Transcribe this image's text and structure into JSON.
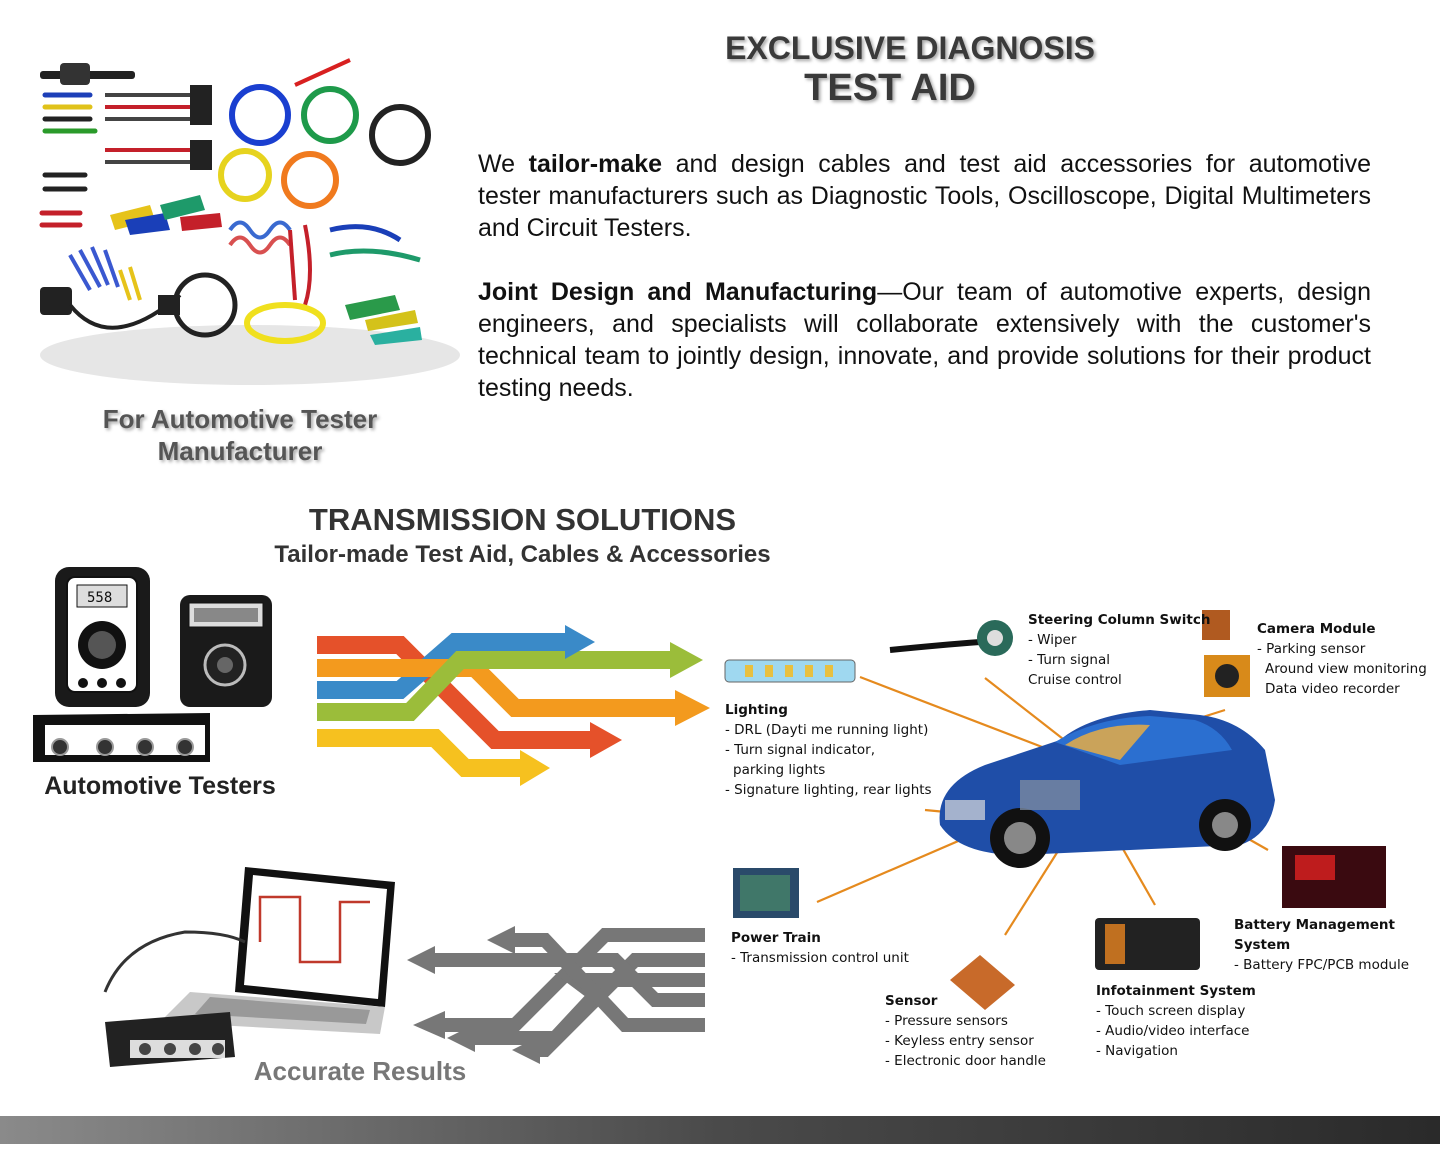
{
  "header": {
    "title_line1": "EXCLUSIVE DIAGNOSIS",
    "title_line2": "TEST AID"
  },
  "intro": {
    "p1_prefix": "We ",
    "p1_bold": "tailor-make",
    "p1_rest": " and design cables and test aid accessories for automotive tester manufacturers such as  Diagnostic Tools, Oscilloscope, Digital Multimeters and Circuit Testers.",
    "p2_bold": "Joint Design and Manufacturing",
    "p2_rest": "—Our team of automotive experts, design engineers, and specialists will collaborate extensively with the customer's technical team to jointly design, innovate, and provide solutions for their product testing needs."
  },
  "cables_caption": {
    "line1": "For Automotive Tester",
    "line2": "Manufacturer"
  },
  "transmission": {
    "title": "TRANSMISSION SOLUTIONS",
    "subtitle": "Tailor-made Test Aid, Cables & Accessories"
  },
  "testers_caption": "Automotive Testers",
  "results_caption": "Accurate Results",
  "arrow_colors": {
    "red": "#e5512a",
    "blue": "#3a8ac8",
    "orange": "#f39a1e",
    "green": "#9bbd3a",
    "yellow": "#f6c11f",
    "gray": "#777777"
  },
  "car_labels": {
    "steering": {
      "title": "Steering Column Switch",
      "items": [
        "- Wiper",
        "- Turn signal",
        "  Cruise control"
      ]
    },
    "camera": {
      "title": "Camera Module",
      "items": [
        "- Parking sensor",
        "Around view monitoring",
        "Data video recorder"
      ]
    },
    "lighting": {
      "title": "Lighting",
      "items": [
        "- DRL (Dayti me running light)",
        "- Turn signal indicator,",
        "  parking lights",
        "- Signature lighting, rear lights"
      ]
    },
    "battery": {
      "title": "Battery Management System",
      "items": [
        "- Battery FPC/PCB module"
      ]
    },
    "powertrain": {
      "title": "Power Train",
      "items": [
        "- Transmission control unit"
      ]
    },
    "infotainment": {
      "title": "Infotainment System",
      "items": [
        "- Touch screen display",
        "- Audio/video interface",
        "- Navigation"
      ]
    },
    "sensor": {
      "title": "Sensor",
      "items": [
        "- Pressure sensors",
        "- Keyless entry sensor",
        "- Electronic door handle"
      ]
    }
  }
}
